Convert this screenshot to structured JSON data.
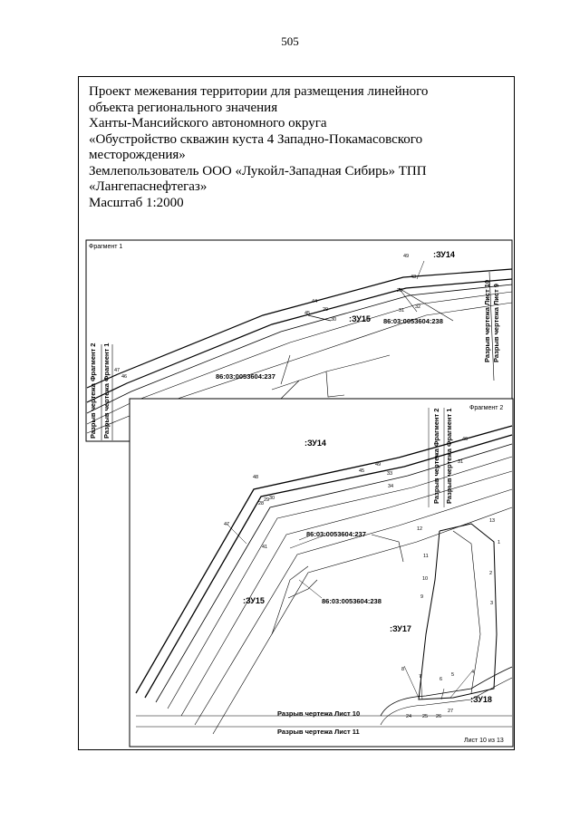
{
  "page_number": "505",
  "title_lines": [
    "Проект межевания территории для размещения линейного",
    "объекта регионального значения",
    "Ханты-Мансийского автономного округа",
    "«Обустройство скважин куста 4 Западно-Покамасовского",
    "месторождения»",
    "Землепользователь ООО «Лукойл-Западная Сибирь» ТПП",
    "«Лангепаснефтегаз»",
    "Масштаб 1:2000"
  ],
  "fragment1": {
    "label": "Фрагмент 1",
    "zone_zu14": ":ЗУ14",
    "zone_zu15": ":ЗУ15",
    "parcel_238": "86:03:0053604:238",
    "parcel_237": "86:03:0053604:237",
    "break_sheet10": "Разрыв чертежа Лист 10",
    "break_sheet9": "Разрыв чертежа Лист 9",
    "break_frag2": "Разрыв чертежа Фрагмент 2",
    "break_frag1": "Разрыв чертежа Фрагмент 1",
    "points": [
      "49",
      "43",
      "28",
      "44",
      "45",
      "29",
      "30",
      "31",
      "32",
      "47",
      "46"
    ]
  },
  "fragment2": {
    "label": "Фрагмент 2",
    "zone_zu14": ":ЗУ14",
    "zone_zu15": ":ЗУ15",
    "zone_zu17": ":ЗУ17",
    "zone_zu18": ":ЗУ18",
    "parcel_237": "86:03:0053604:237",
    "parcel_238": "86:03:0053604:238",
    "break_frag2": "Разрыв чертежа Фрагмент 2",
    "break_frag1": "Разрыв чертежа Фрагмент 1",
    "break_sheet10": "Разрыв чертежа Лист 10",
    "break_sheet11": "Разрыв чертежа Лист 11",
    "sheet_info": "Лист 10 из 13",
    "points": [
      "48",
      "28",
      "29",
      "30",
      "49",
      "45",
      "33",
      "34",
      "47",
      "41",
      "46",
      "31",
      "12",
      "13",
      "1",
      "11",
      "2",
      "10",
      "9",
      "3",
      "8",
      "4",
      "7",
      "6",
      "5",
      "24",
      "25",
      "26",
      "27"
    ]
  }
}
